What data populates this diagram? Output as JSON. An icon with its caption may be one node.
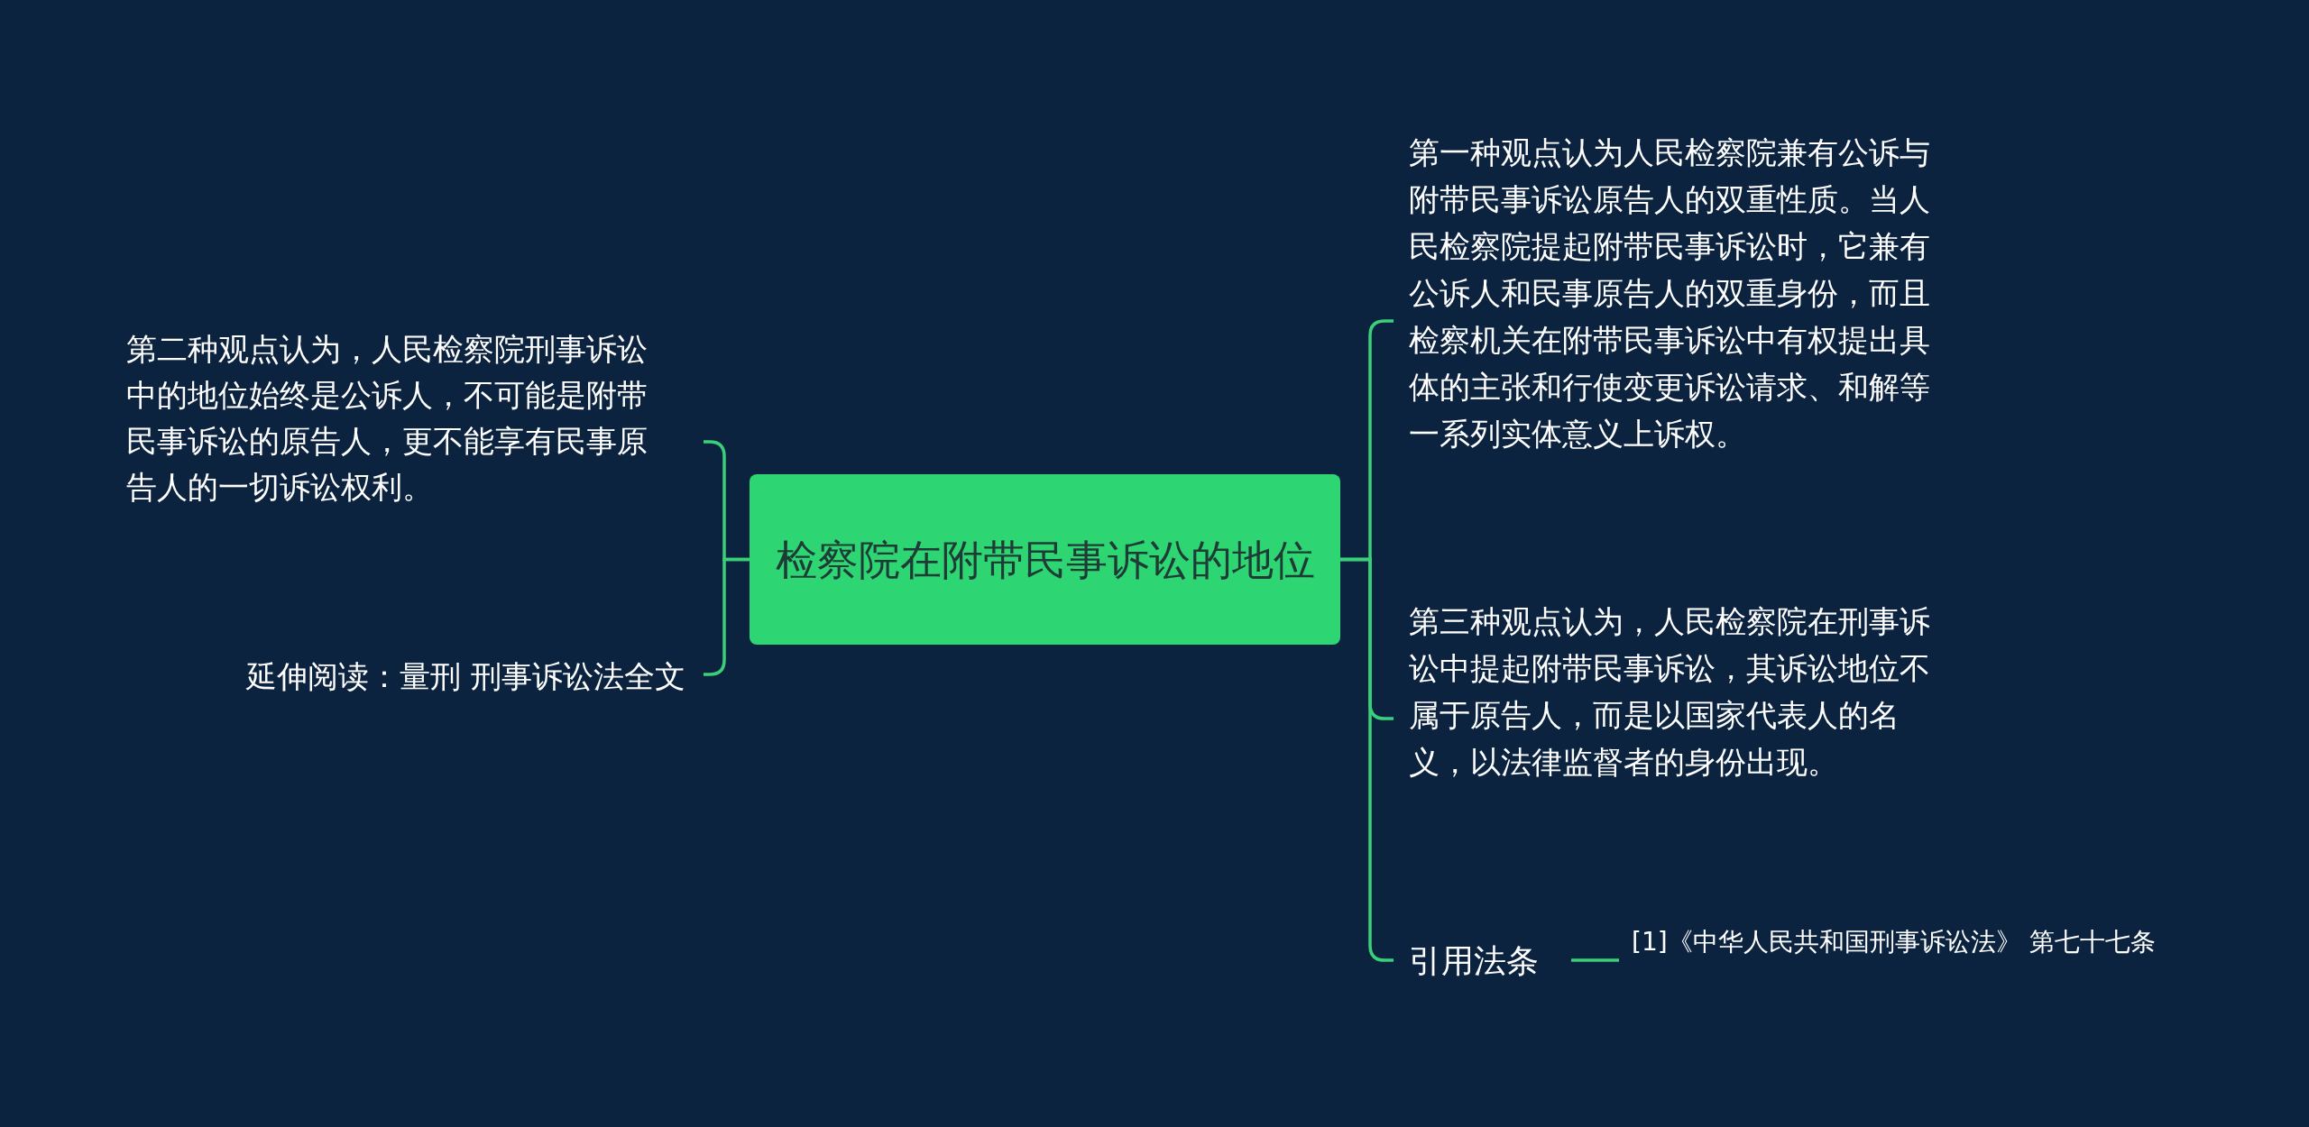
{
  "diagram": {
    "nodes": [
      {
        "text": [
          "检察院在附带民事诉讼的地位"
        ]
      },
      {
        "text": [
          "第二种观点认为，人民检察院刑事诉讼中的地位始终是公诉人，不可能是附带民事诉讼的原告人，更不能享有民事原告人的一切诉讼权利。"
        ]
      },
      {
        "text": [
          "延伸阅读：量刑 刑事诉讼法全文"
        ]
      },
      {
        "text": [
          "第一种观点认为人民检察院兼有公诉与附带民事诉讼原告人的双重性质。当人民检察院提起附带民事诉讼时，它兼有公诉人和民事原告人的双重身份，而且检察机关在附带民事诉讼中有权提出具体的主张和行使变更诉讼请求、和解等一系列实体意义上诉权。"
        ]
      },
      {
        "text": [
          "第三种观点认为，人民检察院在刑事诉讼中提起附带民事诉讼，其诉讼地位不属于原告人，而是以国家代表人的名义，以法律监督者的身份出现。"
        ]
      },
      {
        "text": [
          "引用法条"
        ]
      },
      {
        "text": [
          "[1]《中华人民共和国刑事诉讼法》 第七十七条"
        ]
      }
    ],
    "edges": [
      {
        "from": 0,
        "to": 1,
        "arrow": "none"
      },
      {
        "from": 0,
        "to": 2,
        "arrow": "none"
      },
      {
        "from": 0,
        "to": 3,
        "arrow": "none"
      },
      {
        "from": 0,
        "to": 4,
        "arrow": "none"
      },
      {
        "from": 0,
        "to": 5,
        "arrow": "none"
      },
      {
        "from": 5,
        "to": 6,
        "arrow": "none"
      }
    ]
  }
}
